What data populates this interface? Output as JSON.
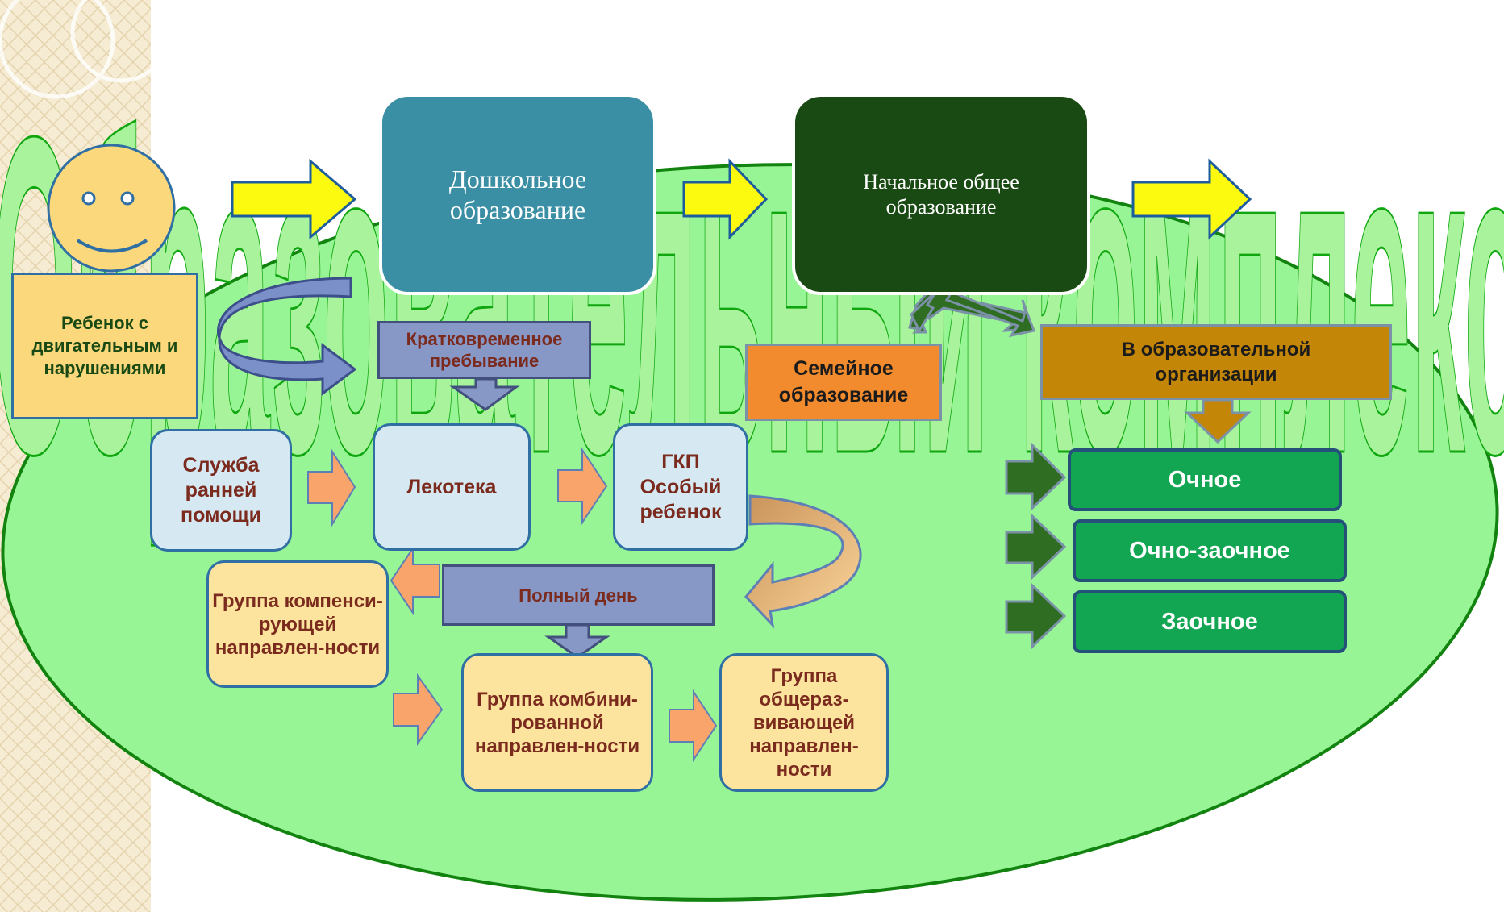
{
  "background_title": "Образовательный комплекс",
  "child_label": "Ребенок с двигательным и нарушениями",
  "boxes": {
    "preschool": "Дошкольное образование",
    "primary": "Начальное общее образование",
    "short_stay": "Кратковременное пребывание",
    "family": "Семейное образование",
    "in_org": "В образовательной организации",
    "early_help": "Служба ранней помощи",
    "lekoteka": "Лекотека",
    "gkp": "ГКП Особый ребенок",
    "full_day": "Полный день",
    "compensating": "Группа компенси-рующей направлен-ности",
    "combined": "Группа комбини-рованной направлен-ности",
    "general": "Группа общераз-вивающей направлен-ности"
  },
  "forms": [
    "Очное",
    "Очно-заочное",
    "Заочное"
  ],
  "colors": {
    "oval": "#98f596",
    "preschool": "#3a8fa5",
    "primary": "#1a4a13",
    "family": "#f28b2e",
    "in_org": "#c38606",
    "yellow_arrow": "#fcfa0f",
    "orange_arrow": "#f8a46b",
    "dark_green_arrow": "#2f6d22"
  }
}
